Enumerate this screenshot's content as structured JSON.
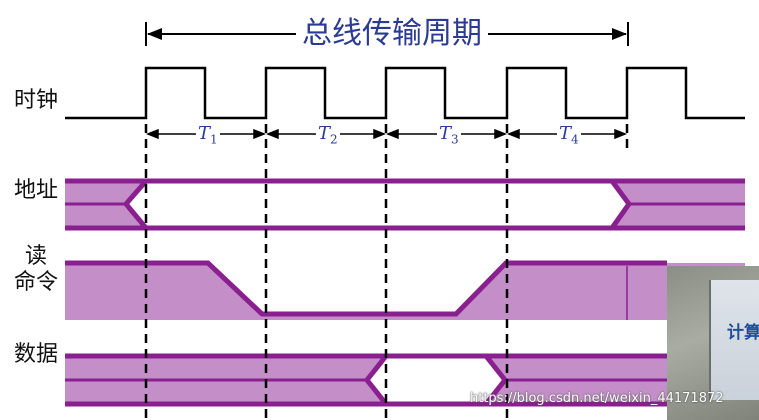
{
  "title": "总线传输周期",
  "signals": {
    "clock": "时钟",
    "address": "地址",
    "read_line1": "读",
    "read_line2": "命令",
    "data": "数据"
  },
  "periods": [
    {
      "letter": "T",
      "index": "1"
    },
    {
      "letter": "T",
      "index": "2"
    },
    {
      "letter": "T",
      "index": "3"
    },
    {
      "letter": "T",
      "index": "4"
    }
  ],
  "photo_text": "计算",
  "watermark": "https://blog.csdn.net/weixin_44171872",
  "colors": {
    "bus_fill": "#c48fc8",
    "bus_stroke": "#8a1f8f",
    "title": "#2b3b93",
    "line": "#000000"
  }
}
